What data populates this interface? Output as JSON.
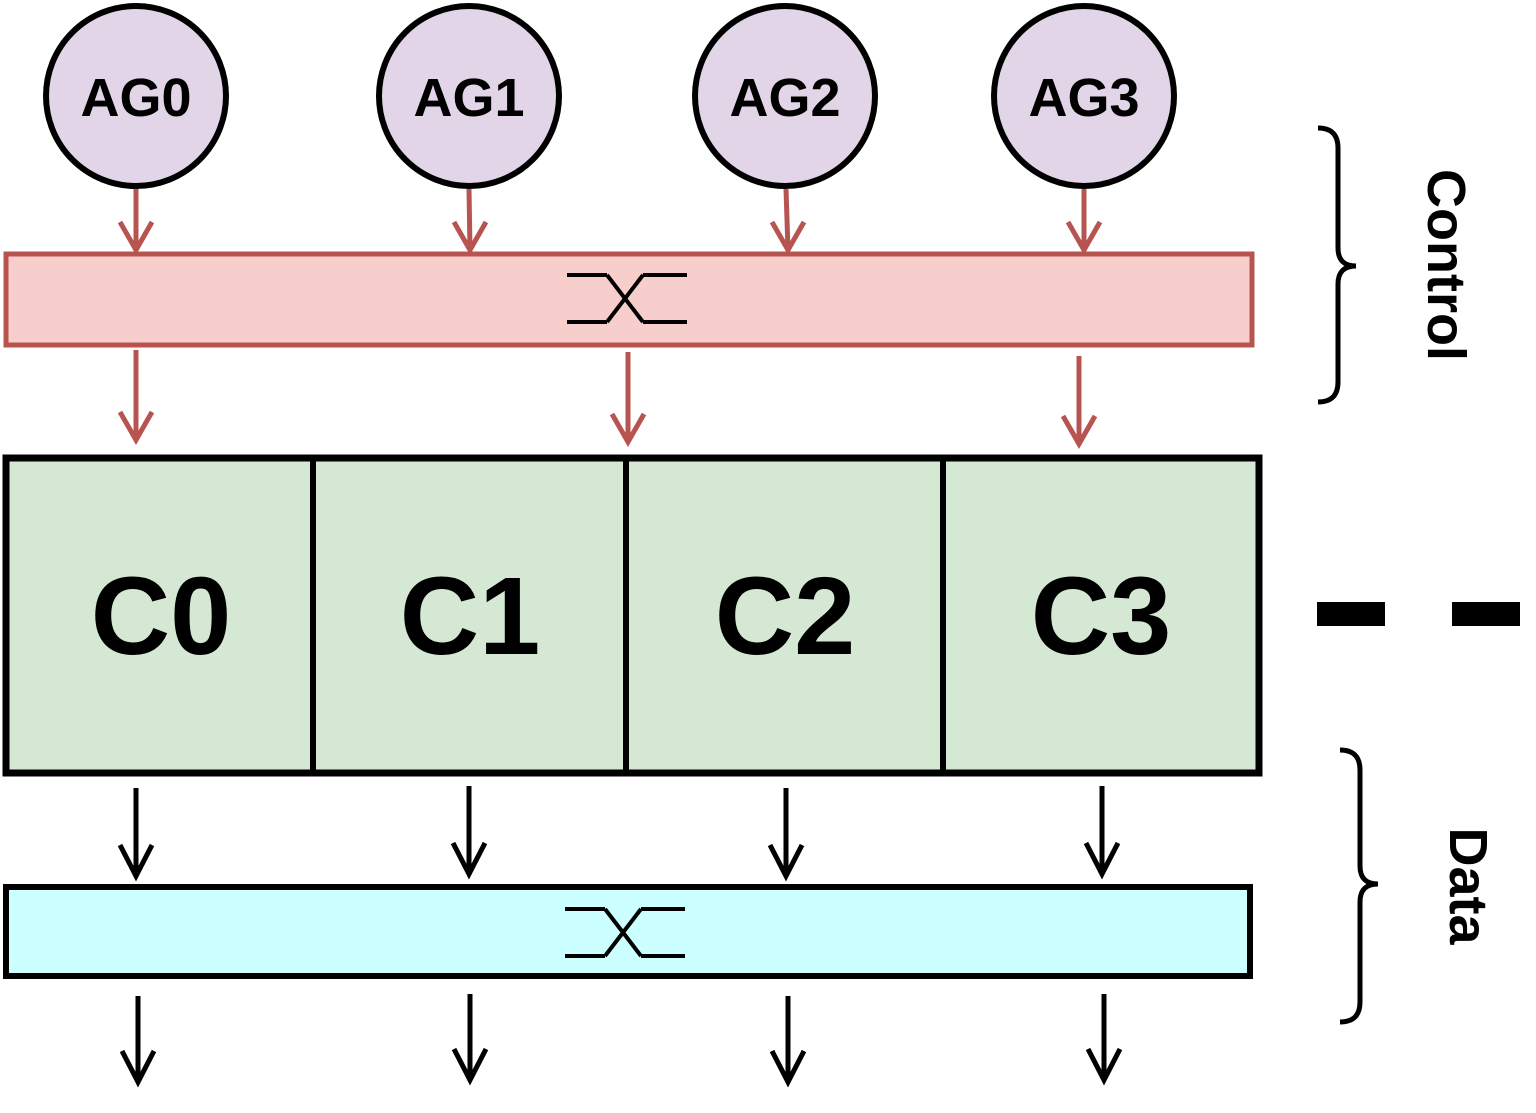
{
  "agents": [
    {
      "label": "AG0"
    },
    {
      "label": "AG1"
    },
    {
      "label": "AG2"
    },
    {
      "label": "AG3"
    }
  ],
  "cores": [
    {
      "label": "C0"
    },
    {
      "label": "C1"
    },
    {
      "label": "C2"
    },
    {
      "label": "C3"
    }
  ],
  "labels": {
    "control": "Control",
    "data": "Data"
  },
  "colors": {
    "agent_fill": "#e1d5e7",
    "control_bar_fill": "#f8cecc",
    "control_bar_stroke": "#b85450",
    "control_arrow": "#b85450",
    "core_fill": "#d5e8d4",
    "data_bar_fill": "#ccffff",
    "stroke": "#000000"
  },
  "icons": {
    "control_switch": "crossbar-switch-icon",
    "data_switch": "crossbar-switch-icon"
  }
}
